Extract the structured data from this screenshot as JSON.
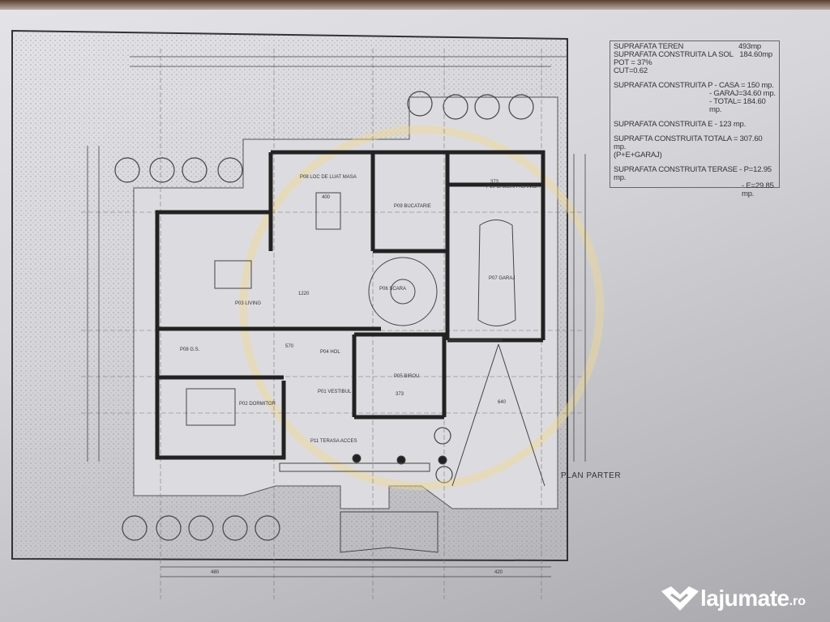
{
  "info_box": {
    "teren_label": "SUPRAFATA TEREN",
    "teren_value": "493mp",
    "sol_label": "SUPRAFATA CONSTRUITA LA SOL",
    "sol_value": "184.60mp",
    "pot": "POT = 37%",
    "cut": "CUT=0.62",
    "p_label": "SUPRAFATA CONSTRUITA P - CASA = 150 mp.",
    "p_garaj": "- GARAJ=34.60 mp.",
    "p_total": "- TOTAL= 184.60 mp.",
    "e_label": "SUPRAFATA CONSTRUITA E - 123 mp.",
    "totala_label": "SUPRAFTA CONSTRUITA TOTALA  = 307.60 mp.",
    "totala_sub": "(P+E+GARAJ)",
    "terase_label": "SUPRAFATA CONSTRUITA TERASE - P=12.95 mp.",
    "terase_e": "- E=29.85 mp."
  },
  "rooms": {
    "masa": "P08  LOC DE LUAT MASA",
    "bucatarie": "P09  BUCATARIE",
    "tehnica": "P10  CAMERA TEHNICA",
    "garaj": "P07  GARAJ",
    "scara": "P06  SCARA",
    "living": "P03  LIVING",
    "hol": "P04  HOL",
    "birou": "P05  BIROU",
    "baie": "P08  G.S.",
    "vestibul": "P01  VESTIBUL",
    "dormitor": "P02  DORMITOR",
    "terasa": "P11  TERASA ACCES"
  },
  "dimensions": {
    "d1": "1220",
    "d2": "570",
    "d3": "373",
    "d4": "373",
    "d5": "640",
    "d6": "480",
    "d7": "420",
    "d8": "400"
  },
  "plan_title": "PLAN PARTER",
  "watermark": {
    "brand": "lajumate",
    "tld": ".ro",
    "icon": "handshake-heart-icon",
    "color": "#ffffff"
  },
  "colors": {
    "lines": "#2a2a2a",
    "paper": "#d6d6da",
    "stamp": "#f0d890"
  }
}
